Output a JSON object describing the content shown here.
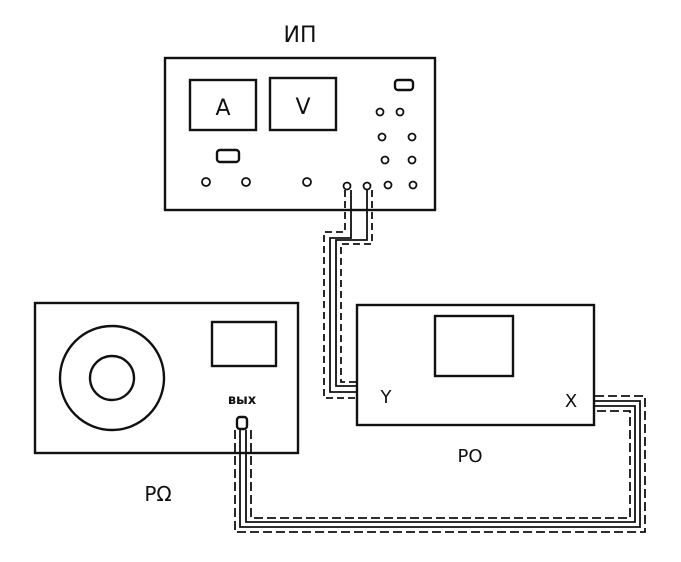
{
  "title": "ИП",
  "power_supply": {
    "label": "ИП",
    "ammeter_label": "А",
    "voltmeter_label": "V"
  },
  "generator": {
    "label": "РΩ",
    "output_label": "вых"
  },
  "oscilloscope": {
    "label": "РО",
    "y_input_label": "Y",
    "x_input_label": "X"
  },
  "colors": {
    "line": "#111111",
    "background": "#ffffff"
  }
}
